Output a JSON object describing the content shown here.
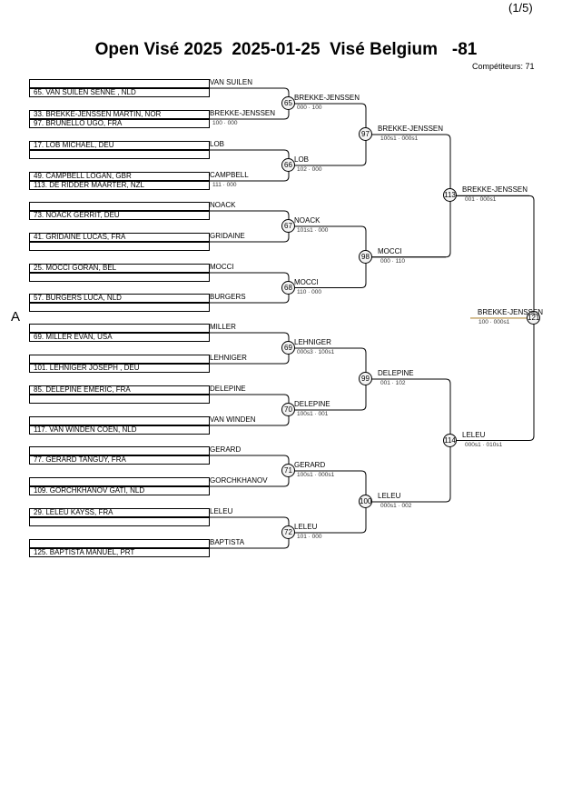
{
  "page": "(1/5)",
  "title": "Open Visé 2025  2025-01-25  Visé Belgium   -81",
  "competitors": "Compétiteurs: 71",
  "section": "A",
  "entries": [
    "",
    "65. VAN SUILEN SENNE , NLD",
    "33. BREKKE-JENSSEN MARTIN, NOR",
    "97. BRUNELLO UGO, FRA",
    "17. LOB MICHAEL, DEU",
    "",
    "49. CAMPBELL LOGAN, GBR",
    "113. DE RIDDER MAARTER, NZL",
    "",
    "73. NOACK GERRIT, DEU",
    "41. GRIDAINE LUCAS, FRA",
    "",
    "25. MOCCI GORAN, BEL",
    "",
    "57. BURGERS LUCA, NLD",
    "",
    "",
    "69. MILLER EVAN, USA",
    "",
    "101. LEHNIGER JOSEPH , DEU",
    "85. DELEPINE EMERIC, FRA",
    "",
    "",
    "117. VAN WINDEN COEN, NLD",
    "",
    "77. GERARD TANGUY, FRA",
    "",
    "109. GORCHKHANOV GATI, NLD",
    "29. LELEU KAYSS, FRA",
    "",
    "",
    "125. BAPTISTA MANUEL, PRT"
  ],
  "round1_labels": [
    "VAN SUILEN",
    "BREKKE-JENSSEN",
    "LOB",
    "CAMPBELL",
    "NOACK",
    "GRIDAINE",
    "MOCCI",
    "BURGERS",
    "MILLER",
    "LEHNIGER",
    "DELEPINE",
    "VAN WINDEN",
    "GERARD",
    "GORCHKHANOV",
    "LELEU",
    "BAPTISTA"
  ],
  "round1_scores": [
    "",
    "100 · 000",
    "",
    "111 · 000",
    "",
    "",
    "",
    "",
    "",
    "",
    "",
    "",
    "",
    "",
    "",
    ""
  ],
  "round2": [
    {
      "node": "65",
      "winner": "BREKKE-JENSSEN",
      "score": "000 · 100"
    },
    {
      "node": "66",
      "winner": "LOB",
      "score": "102 · 000"
    },
    {
      "node": "67",
      "winner": "NOACK",
      "score": "101s1 · 000"
    },
    {
      "node": "68",
      "winner": "MOCCI",
      "score": "110 · 000"
    },
    {
      "node": "69",
      "winner": "LEHNIGER",
      "score": "000s3 · 100s1"
    },
    {
      "node": "70",
      "winner": "DELEPINE",
      "score": "100s1 · 001"
    },
    {
      "node": "71",
      "winner": "GERARD",
      "score": "100s1 · 000s1"
    },
    {
      "node": "72",
      "winner": "LELEU",
      "score": "101 · 000"
    }
  ],
  "round3": [
    {
      "node": "97",
      "winner": "BREKKE-JENSSEN",
      "score": "100s1 · 000s1"
    },
    {
      "node": "98",
      "winner": "MOCCI",
      "score": "000 · 110"
    },
    {
      "node": "99",
      "winner": "DELEPINE",
      "score": "001 · 102"
    },
    {
      "node": "100",
      "winner": "LELEU",
      "score": "000s1 · 002"
    }
  ],
  "round4": [
    {
      "node": "113",
      "winner": "BREKKE-JENSSEN",
      "score": "001 · 000s1"
    },
    {
      "node": "114",
      "winner": "LELEU",
      "score": "000s1 · 010s1"
    }
  ],
  "final": {
    "node": "121",
    "winner": "BREKKE-JENSSEN",
    "score": "100 · 000s1"
  }
}
